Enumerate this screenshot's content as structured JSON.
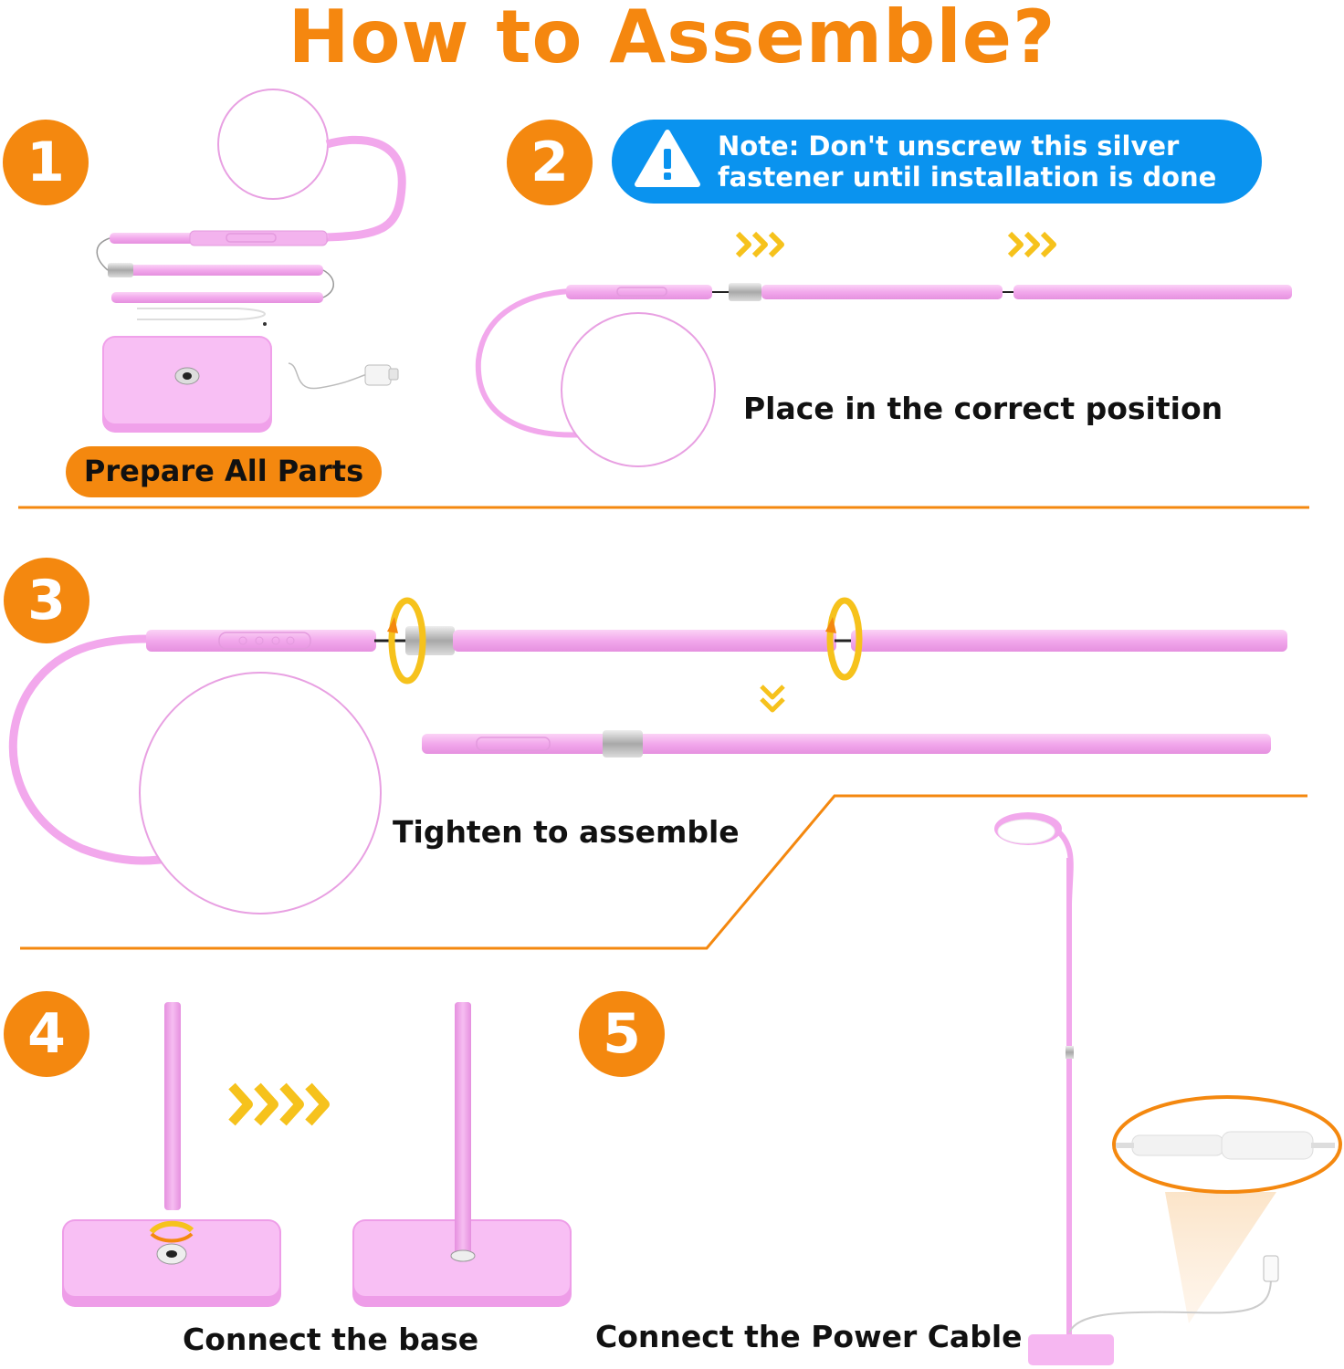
{
  "title": "How to Assemble?",
  "steps": [
    {
      "number": "1",
      "caption": "Prepare All Parts"
    },
    {
      "number": "2",
      "caption": "Place in the correct position"
    },
    {
      "number": "3",
      "caption": "Tighten to assemble"
    },
    {
      "number": "4",
      "caption": "Connect the base"
    },
    {
      "number": "5",
      "caption": "Connect the Power Cable"
    }
  ],
  "note": {
    "line1": "Note: Don't unscrew this silver",
    "line2": "fastener until installation is done",
    "icon": "warning-icon"
  },
  "colors": {
    "accent_orange": "#f4880f",
    "note_blue": "#0a93ef",
    "lamp_pink": "#f2a8ec",
    "arrow_yellow": "#f6c21c"
  }
}
